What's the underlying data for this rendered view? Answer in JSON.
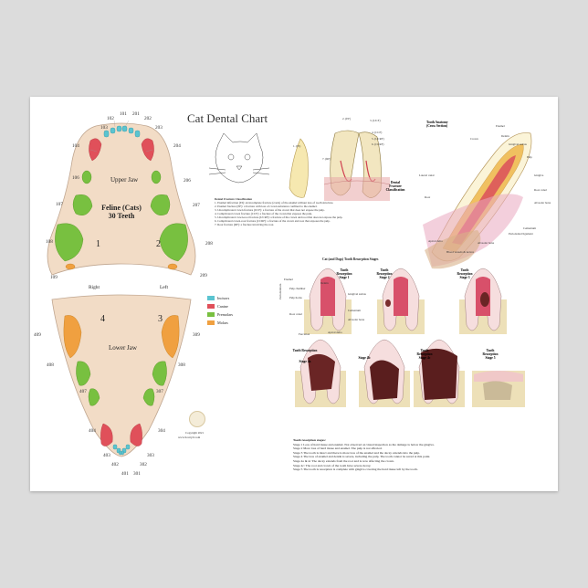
{
  "poster": {
    "title": "Cat Dental Chart",
    "feline_label": "Feline (Cats)",
    "teeth_count": "30 Teeth",
    "upper_jaw": "Upper Jaw",
    "lower_jaw": "Lower Jaw",
    "right": "Right",
    "left": "Left",
    "quadrants": [
      "1",
      "2",
      "3",
      "4"
    ],
    "copyright": "Copyright 2021",
    "website": "www.ScottyO.com"
  },
  "legend": [
    {
      "label": "Incisors",
      "color": "#5bc4d0"
    },
    {
      "label": "Canine",
      "color": "#e0505a"
    },
    {
      "label": "Premolars",
      "color": "#78c040"
    },
    {
      "label": "Molars",
      "color": "#f0a040"
    }
  ],
  "tooth_numbers": {
    "upper": [
      "101",
      "201",
      "102",
      "202",
      "103",
      "203",
      "104",
      "204",
      "106",
      "206",
      "107",
      "207",
      "108",
      "208",
      "109",
      "209"
    ],
    "lower": [
      "409",
      "309",
      "408",
      "308",
      "407",
      "307",
      "404",
      "304",
      "403",
      "303",
      "402",
      "302",
      "401",
      "301"
    ]
  },
  "fracture": {
    "title": "Dental Fracture Classification",
    "lines": [
      "1. Enamel infraction (EI): an incomplete fracture (crack) of the enamel without loss of tooth structure.",
      "2. Enamel fracture (EF): a fracture with loss of crown substance confined to the enamel.",
      "3. Uncomplicated crown fracture (UCF): a fracture of the crown that does not expose the pulp.",
      "4. Complicated crown fracture (CCF): a fracture of the crown that exposes the pulp.",
      "5. Uncomplicated crown-root fracture (UCRF): a fracture of the crown and root that does not expose the pulp.",
      "6. Complicated crown-root fracture (CCRF): a fracture of the crown and root that exposes the pulp.",
      "7. Root fracture (RF): a fracture involving the root."
    ],
    "markers": [
      "2. (EF)",
      "3. (UCF)",
      "4. (CCF)",
      "1. (EI)",
      "5. (UCRF)",
      "6. (CCRF)",
      "7. (RF)"
    ],
    "image_caption": [
      "Dental",
      "Fracture",
      "Classification"
    ]
  },
  "anatomy": {
    "title": [
      "Tooth Anatomy",
      "(Cross Section)"
    ],
    "labels": [
      "Enamel",
      "Dentin",
      "Gingival sulcus",
      "Pulp",
      "Gingiva",
      "Root canal",
      "Alveolar bone",
      "Cementum",
      "Periodontal ligament",
      "Alveolar bone",
      "Apical delta",
      "Lateral canal",
      "Blood vessels & nerves",
      "Crown",
      "Root"
    ]
  },
  "resorption": {
    "title": "Cat (and Dogs) Tooth Resorption Stages",
    "stage_labels": [
      [
        "Tooth",
        "Resorption",
        "Stage 1"
      ],
      [
        "Tooth",
        "Resorption",
        "Stage 2"
      ],
      [
        "Tooth",
        "Resorption",
        "Stage 3"
      ],
      [
        "Tooth Resorption",
        "Stage 4a"
      ],
      [
        "Stage 4b"
      ],
      [
        "Tooth",
        "Resorption",
        "Stage 4c"
      ],
      [
        "Tooth",
        "Resorption",
        "Stage 5"
      ]
    ],
    "stage1_labels": [
      "Enamel",
      "Dentin",
      "Gingival sulcus",
      "Pulp chamber",
      "Pulp horns",
      "Root canal",
      "Cementum",
      "Alveolar bone",
      "Apical delta",
      "Periodontium",
      "Furcation"
    ],
    "notes_title": "Tooth resorption stages:",
    "notes": [
      "Stage 1 Loss of hard tissue and enamel. Not observed on visual inspection as the damage is below the gingiva.",
      "Stage 2 More loss of hard tissue and enamel. The pulp is not affected.",
      "Stage 3 The tooth is intact and there is more loss of the enamel and the decay extends into the pulp.",
      "Stage 4 The loss of enamel and dentin is severe, including the pulp. The tooth cannot be saved at this point.",
      "Stage 4a & 4c The decay extends from the root and is now affecting the crown.",
      "Stage 4c: The root and crown of the tooth have severe decay.",
      "Stage 5 The tooth is resorption is complete with gingiva covering the hard tissue left by the tooth."
    ]
  }
}
